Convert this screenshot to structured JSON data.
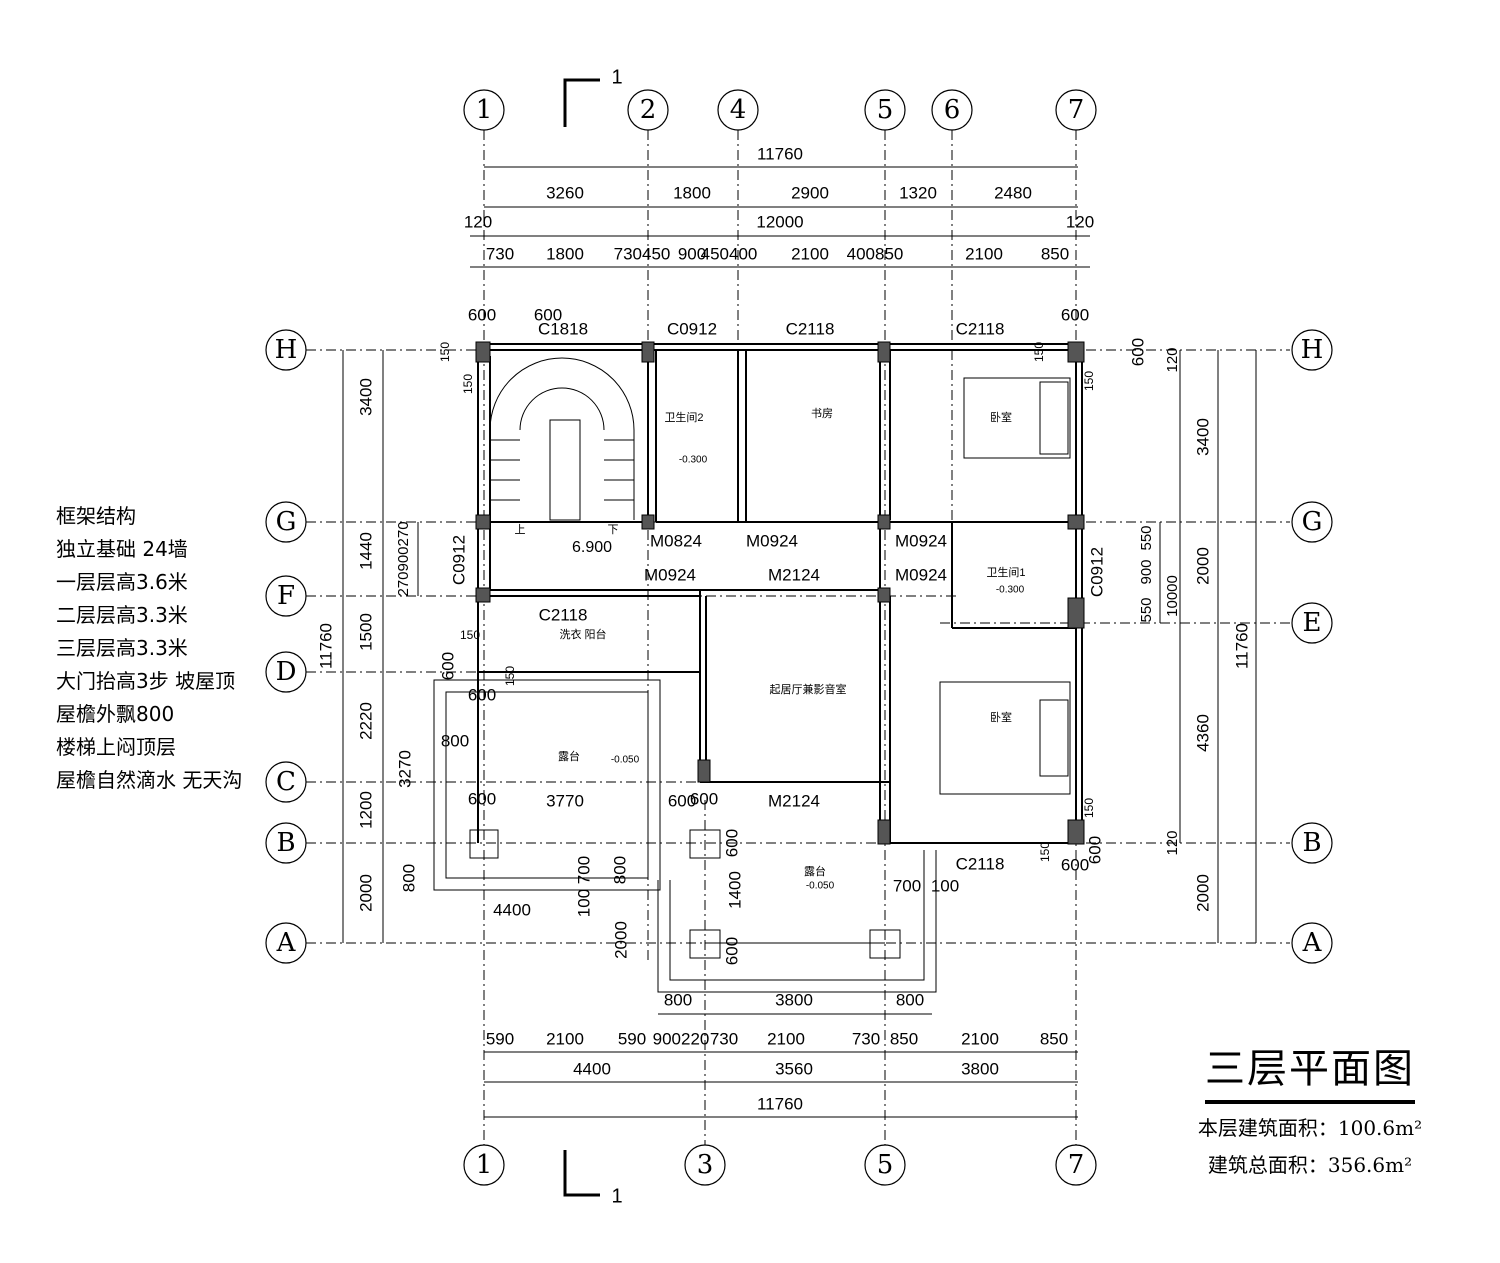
{
  "title": "三层平面图",
  "areas": [
    {
      "label": "本层建筑面积：",
      "value": "100.6m²"
    },
    {
      "label": "建筑总面积：",
      "value": "356.6m²"
    }
  ],
  "notes": [
    "框架结构",
    "独立基础 24墙",
    "一层层高3.6米",
    "二层层高3.3米",
    "三层层高3.3米",
    "大门抬高3步  坡屋顶",
    "屋檐外飘800",
    "楼梯上闷顶层",
    "屋檐自然滴水 无天沟"
  ],
  "section": {
    "mark": "1"
  },
  "axes_top": [
    "1",
    "2",
    "4",
    "5",
    "6",
    "7"
  ],
  "axes_bottom": [
    "1",
    "3",
    "5",
    "7"
  ],
  "axes_left": [
    "H",
    "G",
    "F",
    "D",
    "C",
    "B",
    "A"
  ],
  "axes_right": [
    "H",
    "G",
    "E",
    "B",
    "A"
  ],
  "dims_top": {
    "overall": "11760",
    "row2": [
      "3260",
      "1800",
      "2900",
      "1320",
      "2480"
    ],
    "row3_ends": [
      "120",
      "120"
    ],
    "row3_mid": "12000",
    "row4": [
      "730",
      "1800",
      "730450",
      "900",
      "450400",
      "2100",
      "400850",
      "2100",
      "850"
    ]
  },
  "dims_bottom": {
    "row1": [
      "590",
      "2100",
      "590",
      "900220",
      "730",
      "2100",
      "730",
      "850",
      "2100",
      "850"
    ],
    "row2": [
      "4400",
      "3560",
      "3800"
    ],
    "overall": "11760",
    "eaves": [
      "800",
      "3800",
      "800"
    ]
  },
  "dims_left": {
    "outer": [
      "3400",
      "1440",
      "1500",
      "2220",
      "1200",
      "2000"
    ],
    "inner": [
      "270900270"
    ],
    "overall": "11760"
  },
  "dims_right": {
    "outer": [
      "3400",
      "2000",
      "4360",
      "2000"
    ],
    "inner": [
      "550",
      "900",
      "550"
    ],
    "small": [
      "120",
      "120"
    ],
    "mid": "10000",
    "overall": "11760"
  },
  "window_labels": [
    "C1818",
    "C0912",
    "C2118",
    "C2118",
    "C0912",
    "C2118",
    "C0912",
    "C2118"
  ],
  "door_labels": [
    "M0824",
    "M0924",
    "M0924",
    "M0924",
    "M2124",
    "M0924",
    "M2124"
  ],
  "rooms": [
    "卫生间2",
    "书房",
    "卧室",
    "卫生间1",
    "洗衣 阳台",
    "起居厅兼影音室",
    "卧室",
    "露台",
    "露台"
  ],
  "levels": [
    "-0.300",
    "-0.300",
    "6.900",
    "-0.050",
    "-0.050"
  ],
  "stair_marks": [
    "上",
    "下"
  ],
  "misc_dims": [
    "600",
    "600",
    "150",
    "150",
    "600",
    "600",
    "150",
    "150",
    "600",
    "600",
    "150",
    "150",
    "600",
    "800",
    "600",
    "3770",
    "600",
    "700",
    "800",
    "100",
    "800",
    "3270",
    "4400",
    "2000",
    "1400",
    "600",
    "600",
    "700",
    "100",
    "600",
    "600",
    "150",
    "150"
  ]
}
